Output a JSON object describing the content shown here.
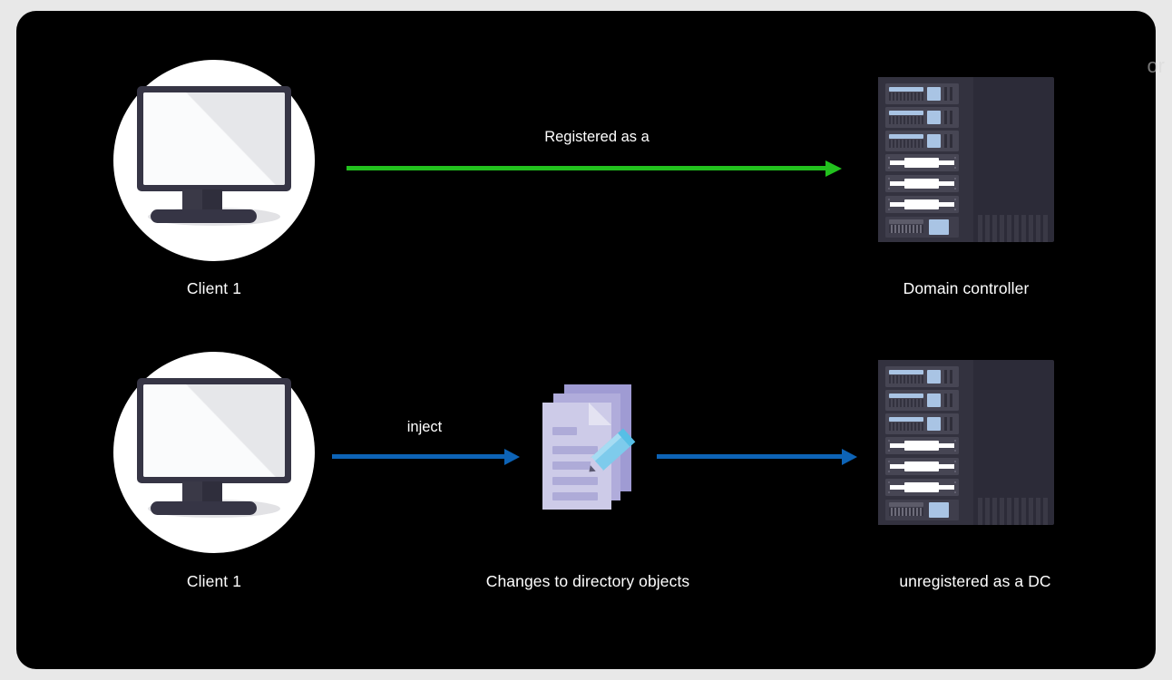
{
  "diagram": {
    "title_visible": false,
    "background_color": "#e8e8e8",
    "panel_color": "#000000",
    "text_color": "#ffffff"
  },
  "rows": [
    {
      "id": "row-registered",
      "source": {
        "icon": "desktop-monitor-icon",
        "caption": "Client 1"
      },
      "arrow": {
        "label": "Registered as a",
        "color": "#22c11e",
        "direction": "right"
      },
      "target": {
        "icon": "server-rack-icon",
        "caption": "Domain controller"
      }
    },
    {
      "id": "row-inject",
      "source": {
        "icon": "desktop-monitor-icon",
        "caption": "Client 1"
      },
      "arrow1": {
        "label": "inject",
        "color": "#0d63b6",
        "direction": "right"
      },
      "middle": {
        "icon": "documents-edit-icon",
        "caption": "Changes to directory objects"
      },
      "arrow2": {
        "label": "",
        "color": "#0d63b6",
        "direction": "right"
      },
      "target": {
        "icon": "server-rack-icon",
        "caption": "unregistered as a DC"
      }
    }
  ],
  "artifact": {
    "right_edge_text": "or"
  }
}
